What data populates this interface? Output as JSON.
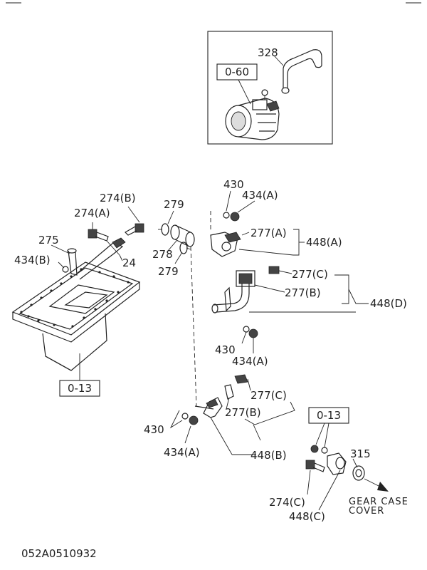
{
  "figure_code": "052A0510932",
  "ref_boxes": {
    "inset": "0-60",
    "oil_pan": "0-13",
    "gear_case": "0-13"
  },
  "parts": {
    "p328": "328",
    "p430_top": "430",
    "p434a_top": "434(A)",
    "p274b": "274(B)",
    "p274a": "274(A)",
    "p279_top": "279",
    "p275": "275",
    "p434b": "434(B)",
    "p24": "24",
    "p278": "278",
    "p279_bottom": "279",
    "p277a": "277(A)",
    "p448a": "448(A)",
    "p277c_upper": "277(C)",
    "p277b_upper": "277(B)",
    "p448d": "448(D)",
    "p430_mid": "430",
    "p434a_mid": "434(A)",
    "p277c_lower": "277(C)",
    "p277b_lower": "277(B)",
    "p430_low": "430",
    "p434a_low": "434(A)",
    "p448b": "448(B)",
    "p315": "315",
    "p274c": "274(C)",
    "p448c": "448(C)"
  },
  "notes": {
    "gear_case_line1": "GEAR CASE",
    "gear_case_line2": "COVER"
  }
}
